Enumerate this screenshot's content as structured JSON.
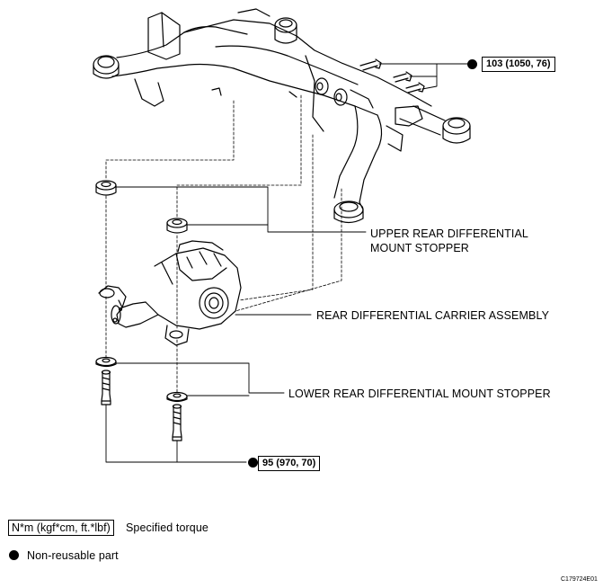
{
  "callouts": {
    "upper_stopper": [
      "UPPER REAR DIFFERENTIAL",
      "MOUNT STOPPER"
    ],
    "carrier_assembly": "REAR DIFFERENTIAL CARRIER ASSEMBLY",
    "lower_stopper": "LOWER REAR DIFFERENTIAL MOUNT STOPPER"
  },
  "torque_specs": {
    "upper_bolts": "103 (1050, 76)",
    "lower_bolts": "95 (970, 70)"
  },
  "legend": {
    "torque_unit_box": "N*m (kgf*cm, ft.*lbf)",
    "torque_unit_desc": "Specified torque",
    "non_reusable_desc": "Non-reusable part"
  },
  "figure_code": "C179724E01",
  "colors": {
    "ink": "#000000",
    "paper": "#ffffff"
  },
  "icons": {
    "non_reusable_marker": "filled-circle"
  }
}
